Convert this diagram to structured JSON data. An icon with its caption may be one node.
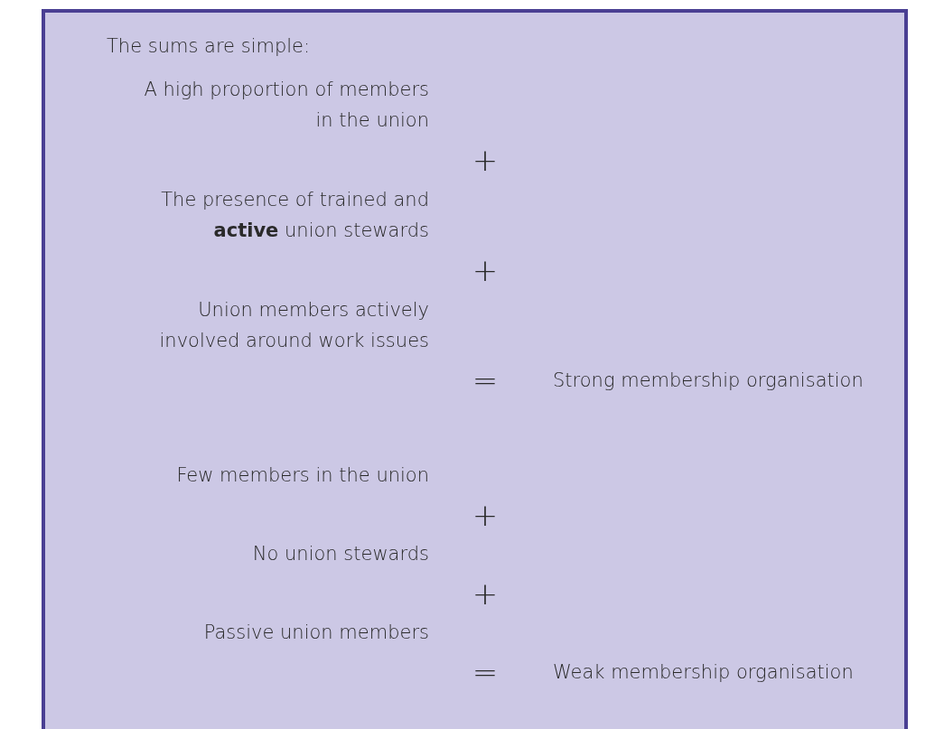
{
  "diagram": {
    "title": "The sums are simple:",
    "labels": [
      "A high proportion of members in the union",
      "+",
      "The presence of trained and **active** union stewards",
      "+",
      "Union members actively involved around work issues",
      "=",
      "Strong membership organisation",
      "Few members in the union",
      "+",
      "No union stewards",
      "+",
      "Passive union members",
      "=",
      "Weak membership organisation"
    ]
  }
}
